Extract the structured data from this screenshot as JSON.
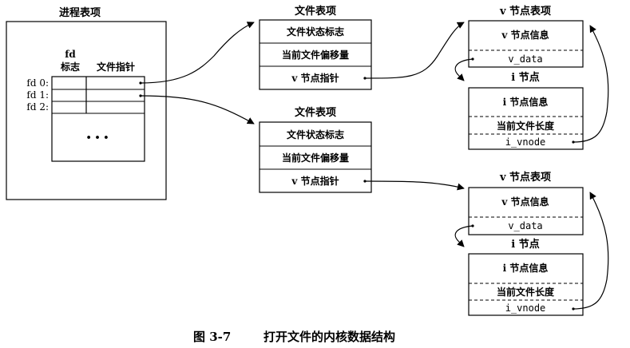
{
  "process_table": {
    "title": "进程表项",
    "col_fd_line1": "fd",
    "col_fd_line2": "标志",
    "col_ptr": "文件指针",
    "rows": [
      "fd 0:",
      "fd 1:",
      "fd 2:"
    ],
    "ellipsis": "• • •"
  },
  "file_tables": [
    {
      "title": "文件表项",
      "status": "文件状态标志",
      "offset": "当前文件偏移量",
      "vptr": "v 节点指针"
    },
    {
      "title": "文件表项",
      "status": "文件状态标志",
      "offset": "当前文件偏移量",
      "vptr": "v 节点指针"
    }
  ],
  "vnode_groups": [
    {
      "vnode_title": "v 节点表项",
      "vnode_info": "v 节点信息",
      "v_data": "v_data",
      "inode_title": "i 节点",
      "inode_info": "i 节点信息",
      "file_length": "当前文件长度",
      "i_vnode": "i_vnode"
    },
    {
      "vnode_title": "v 节点表项",
      "vnode_info": "v 节点信息",
      "v_data": "v_data",
      "inode_title": "i 节点",
      "inode_info": "i 节点信息",
      "file_length": "当前文件长度",
      "i_vnode": "i_vnode"
    }
  ],
  "caption": {
    "label": "图 3-7",
    "text": "打开文件的内核数据结构"
  }
}
